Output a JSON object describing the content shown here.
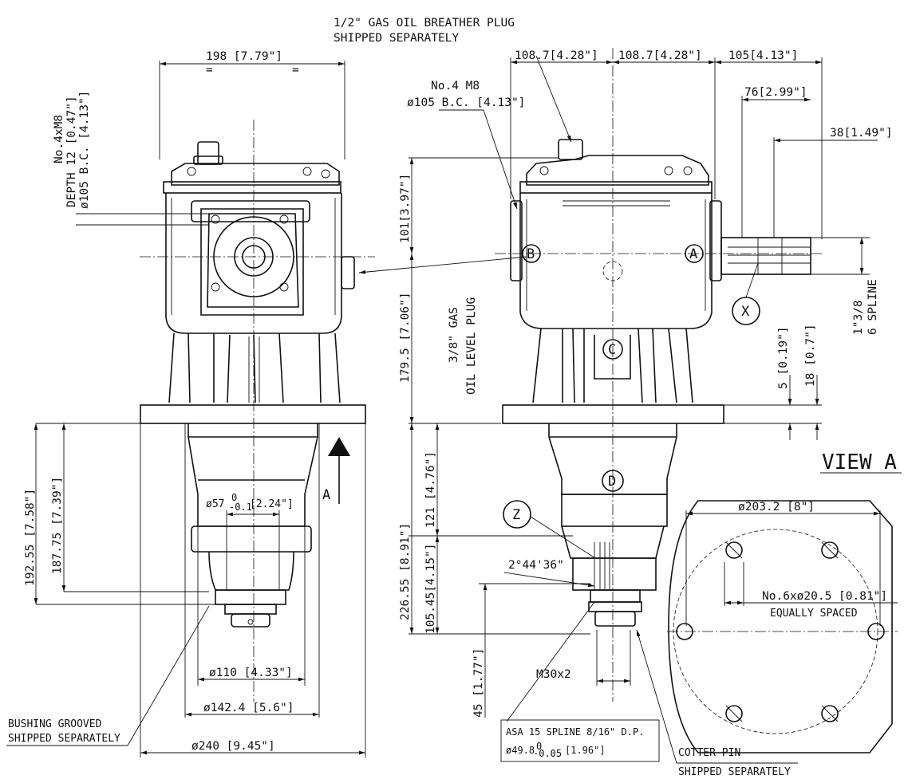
{
  "labels": {
    "breather_line1": "1/2\" GAS OIL BREATHER PLUG",
    "breather_line2": "SHIPPED SEPARATELY",
    "dim_198": "198 [7.79\"]",
    "eq1": "=",
    "eq2": "=",
    "dim_108a": "108.7[4.28\"]",
    "dim_108b": "108.7[4.28\"]",
    "dim_105top": "105[4.13\"]",
    "dim_76": "76[2.99\"]",
    "dim_38": "38[1.49\"]",
    "m8_line1": "No.4 M8",
    "m8_line2": "ø105 B.C. [4.13\"]",
    "left_note1": "No.4xM8",
    "left_note2": "DEPTH 12 [0.47\"]",
    "left_note3": "ø105 B.C. [4.13\"]",
    "dim_101": "101[3.97\"]",
    "dim_179": "179.5 [7.06\"]",
    "oil_level1": "3/8\" GAS",
    "oil_level2": "OIL LEVEL PLUG",
    "spline_1": "1\"3/8",
    "spline_2": "6 SPLINE",
    "dim_5": "5 [0.19\"]",
    "dim_18": "18 [0.7\"]",
    "mark_b": "B",
    "mark_a": "A",
    "mark_c": "C",
    "mark_d": "D",
    "mark_x": "X",
    "mark_z": "Z",
    "view_a": "VIEW A",
    "arrow_a": "A",
    "dim_19255": "192.55 [7.58\"]",
    "dim_18775": "187.75 [7.39\"]",
    "dim_57": "ø57",
    "dim_57_tol_top": "0",
    "dim_57_tol_bot": "-0.1",
    "dim_57_in": "[2.24\"]",
    "dim_22655": "226.55 [8.91\"]",
    "dim_121": "121 [4.76\"]",
    "dim_10545": "105.45[4.15\"]",
    "dim_45": "45 [1.77\"]",
    "angle": "2°44'36\"",
    "dim_2032": "ø203.2 [8\"]",
    "holes": "No.6xø20.5 [0.81\"]",
    "equally": "EQUALLY SPACED",
    "dim_110": "ø110 [4.33\"]",
    "dim_1424": "ø142.4 [5.6\"]",
    "dim_240": "ø240 [9.45\"]",
    "bushing1": "BUSHING GROOVED",
    "bushing2": "SHIPPED SEPARATELY",
    "m30": "M30x2",
    "asa1": "ASA 15 SPLINE 8/16\" D.P.",
    "asa2": "ø49.8",
    "asa2_tol": "0",
    "asa2_tol_b": "-0.05",
    "asa2_in": "[1.96\"]",
    "cotter1": "COTTER PIN",
    "cotter2": "SHIPPED SEPARATELY"
  },
  "colors": {
    "ink": "#111111",
    "paper": "#ffffff"
  }
}
